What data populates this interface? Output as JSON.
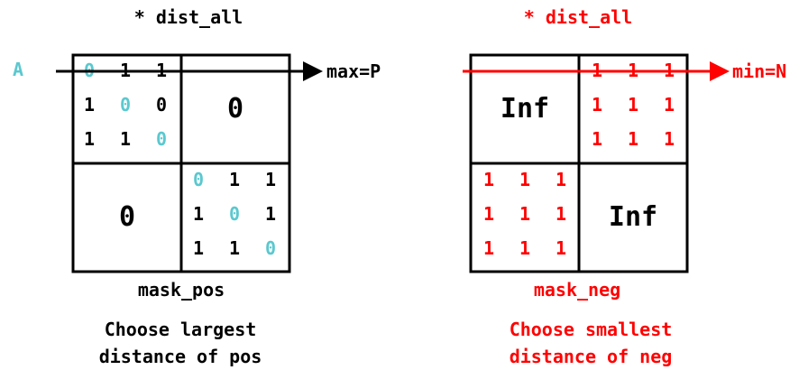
{
  "left": {
    "header": "* dist_all",
    "row_label": "A",
    "arrow_label": "max=P",
    "matrix_top_left": [
      [
        "0",
        "1",
        "1"
      ],
      [
        "1",
        "0",
        "0"
      ],
      [
        "1",
        "1",
        "0"
      ]
    ],
    "block_top_right": "0",
    "block_bottom_left": "0",
    "matrix_bottom_right": [
      [
        "0",
        "1",
        "1"
      ],
      [
        "1",
        "0",
        "1"
      ],
      [
        "1",
        "1",
        "0"
      ]
    ],
    "mask_label": "mask_pos",
    "caption_line1": "Choose largest",
    "caption_line2": "distance of pos"
  },
  "right": {
    "header": "* dist_all",
    "arrow_label": "min=N",
    "block_top_left": "Inf",
    "matrix_top_right": [
      [
        "1",
        "1",
        "1"
      ],
      [
        "1",
        "1",
        "1"
      ],
      [
        "1",
        "1",
        "1"
      ]
    ],
    "matrix_bottom_left": [
      [
        "1",
        "1",
        "1"
      ],
      [
        "1",
        "1",
        "1"
      ],
      [
        "1",
        "1",
        "1"
      ]
    ],
    "block_bottom_right": "Inf",
    "mask_label": "mask_neg",
    "caption_line1": "Choose smallest",
    "caption_line2": "distance of neg"
  },
  "colors": {
    "black": "#000000",
    "cyan": "#5bc8cf",
    "red": "#ff0000"
  }
}
